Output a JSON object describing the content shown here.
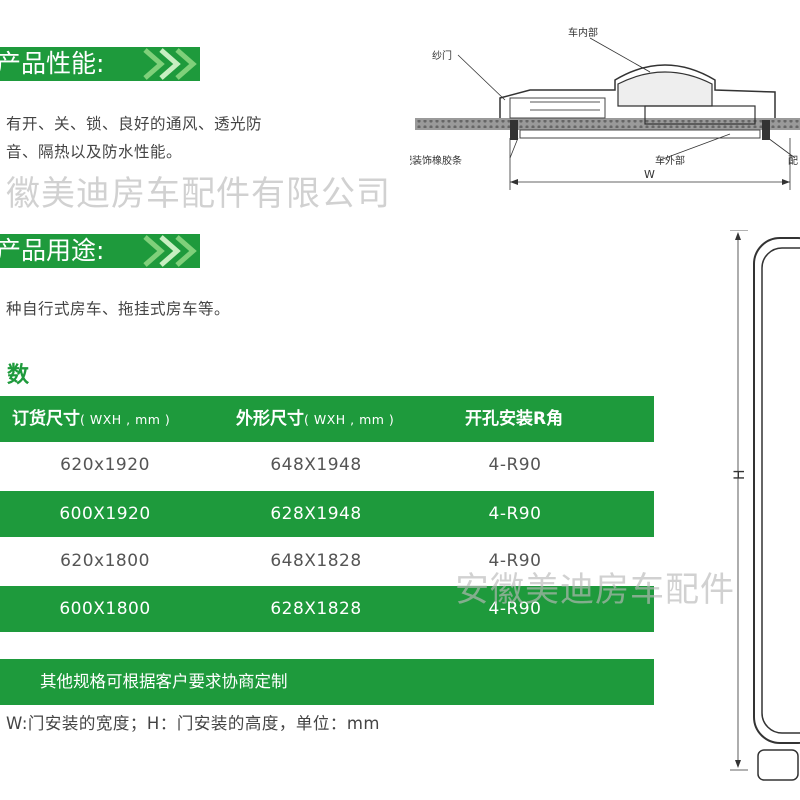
{
  "performance": {
    "title": "产品性能:",
    "line1": "有开、关、锁、良好的通风、透光防",
    "line2": "音、隔热以及防水性能。"
  },
  "watermark_top": "徽美迪房车配件有限公司",
  "usage": {
    "title": "产品用途:",
    "text": "种自行式房车、拖挂式房车等。"
  },
  "params": {
    "title": "数"
  },
  "table": {
    "headers": [
      {
        "label": "订货尺寸",
        "unit": "( WXH , mm )"
      },
      {
        "label": "外形尺寸",
        "unit": "( WXH , mm )"
      },
      {
        "label": "开孔安装R角",
        "unit": ""
      }
    ],
    "rows": [
      [
        "620x1920",
        "648X1948",
        "4-R90"
      ],
      [
        "600X1920",
        "628X1948",
        "4-R90"
      ],
      [
        "620x1800",
        "648X1828",
        "4-R90"
      ],
      [
        "600X1800",
        "628X1828",
        "4-R90"
      ]
    ],
    "note": "其他规格可根据客户要求协商定制"
  },
  "footnote": "W:门安装的宽度；H：门安装的高度，单位：mm",
  "watermark_bottom": "安徽美迪房车配件",
  "diagram": {
    "label_screen_door": "纱门",
    "label_inner": "车内部",
    "label_outer": "车外部",
    "label_trim": "配装饰橡胶条",
    "label_right": "配",
    "label_w": "W",
    "label_h": "H"
  },
  "colors": {
    "brand_green": "#1e9a3c"
  }
}
